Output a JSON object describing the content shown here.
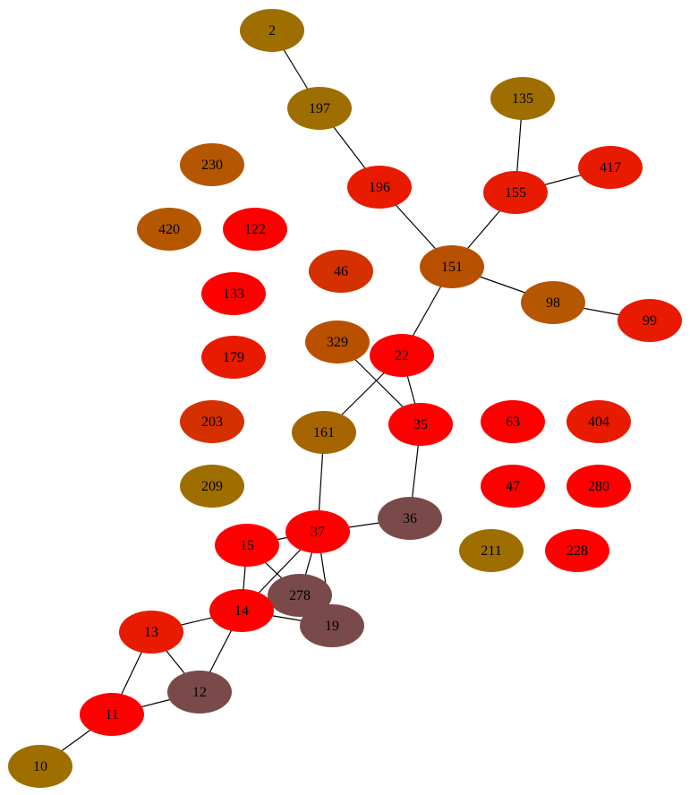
{
  "colors": {
    "red": "#ff0000",
    "red_orange": "#e81a00",
    "orange_red": "#d43000",
    "burnt_orange": "#b85000",
    "dark_orange": "#b45700",
    "gold_brown": "#a66500",
    "olive_gold": "#9e6e00",
    "brown": "#a16c00",
    "mauve": "#7a4a4a",
    "edge": "#000000",
    "background": "#ffffff"
  },
  "nodes": [
    {
      "id": "2",
      "label": "2",
      "color": "olive_gold"
    },
    {
      "id": "197",
      "label": "197",
      "color": "olive_gold"
    },
    {
      "id": "196",
      "label": "196",
      "color": "red_orange"
    },
    {
      "id": "135",
      "label": "135",
      "color": "olive_gold"
    },
    {
      "id": "155",
      "label": "155",
      "color": "red_orange"
    },
    {
      "id": "417",
      "label": "417",
      "color": "red_orange"
    },
    {
      "id": "230",
      "label": "230",
      "color": "dark_orange"
    },
    {
      "id": "420",
      "label": "420",
      "color": "dark_orange"
    },
    {
      "id": "122",
      "label": "122",
      "color": "red"
    },
    {
      "id": "46",
      "label": "46",
      "color": "orange_red"
    },
    {
      "id": "151",
      "label": "151",
      "color": "burnt_orange"
    },
    {
      "id": "98",
      "label": "98",
      "color": "dark_orange"
    },
    {
      "id": "99",
      "label": "99",
      "color": "red_orange"
    },
    {
      "id": "133",
      "label": "133",
      "color": "red"
    },
    {
      "id": "329",
      "label": "329",
      "color": "burnt_orange"
    },
    {
      "id": "22",
      "label": "22",
      "color": "red"
    },
    {
      "id": "179",
      "label": "179",
      "color": "red_orange"
    },
    {
      "id": "203",
      "label": "203",
      "color": "orange_red"
    },
    {
      "id": "161",
      "label": "161",
      "color": "gold_brown"
    },
    {
      "id": "35",
      "label": "35",
      "color": "red"
    },
    {
      "id": "63",
      "label": "63",
      "color": "red"
    },
    {
      "id": "404",
      "label": "404",
      "color": "red_orange"
    },
    {
      "id": "209",
      "label": "209",
      "color": "olive_gold"
    },
    {
      "id": "47",
      "label": "47",
      "color": "red"
    },
    {
      "id": "280",
      "label": "280",
      "color": "red"
    },
    {
      "id": "36",
      "label": "36",
      "color": "mauve"
    },
    {
      "id": "37",
      "label": "37",
      "color": "red"
    },
    {
      "id": "15",
      "label": "15",
      "color": "red"
    },
    {
      "id": "211",
      "label": "211",
      "color": "olive_gold"
    },
    {
      "id": "228",
      "label": "228",
      "color": "red"
    },
    {
      "id": "278",
      "label": "278",
      "color": "mauve"
    },
    {
      "id": "14",
      "label": "14",
      "color": "red"
    },
    {
      "id": "19",
      "label": "19",
      "color": "mauve"
    },
    {
      "id": "13",
      "label": "13",
      "color": "red_orange"
    },
    {
      "id": "12",
      "label": "12",
      "color": "mauve"
    },
    {
      "id": "11",
      "label": "11",
      "color": "red"
    },
    {
      "id": "10",
      "label": "10",
      "color": "olive_gold"
    }
  ],
  "edges": [
    [
      "2",
      "197"
    ],
    [
      "197",
      "196"
    ],
    [
      "196",
      "151"
    ],
    [
      "135",
      "155"
    ],
    [
      "155",
      "417"
    ],
    [
      "155",
      "151"
    ],
    [
      "151",
      "98"
    ],
    [
      "98",
      "99"
    ],
    [
      "151",
      "22"
    ],
    [
      "329",
      "35"
    ],
    [
      "22",
      "35"
    ],
    [
      "22",
      "161"
    ],
    [
      "35",
      "36"
    ],
    [
      "161",
      "37"
    ],
    [
      "37",
      "36"
    ],
    [
      "37",
      "15"
    ],
    [
      "37",
      "14"
    ],
    [
      "37",
      "278"
    ],
    [
      "37",
      "19"
    ],
    [
      "15",
      "14"
    ],
    [
      "15",
      "19"
    ],
    [
      "14",
      "19"
    ],
    [
      "14",
      "13"
    ],
    [
      "14",
      "12"
    ],
    [
      "13",
      "12"
    ],
    [
      "13",
      "11"
    ],
    [
      "11",
      "12"
    ],
    [
      "11",
      "10"
    ]
  ]
}
